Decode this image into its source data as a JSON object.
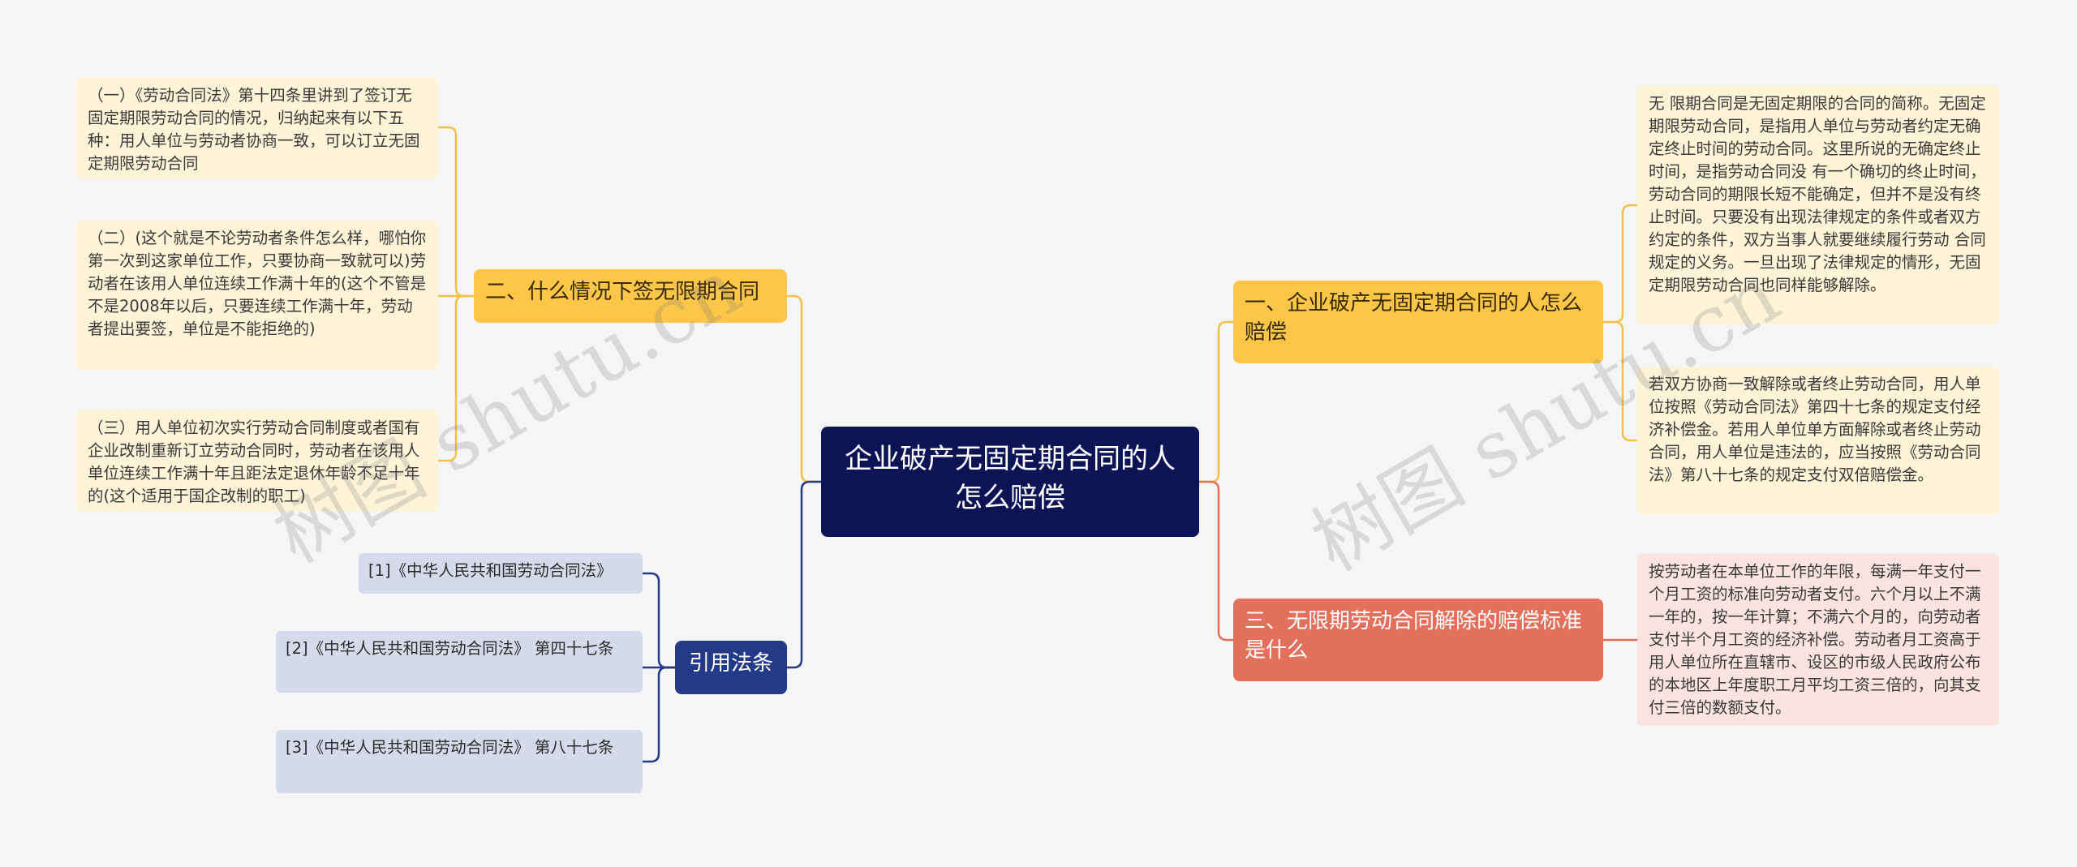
{
  "root": {
    "title": "企业破产无固定期合同的人怎么赔偿"
  },
  "branches": {
    "right1": {
      "label": "一、企业破产无固定期合同的人怎么赔偿",
      "leaves": [
        "无 限期合同是无固定期限的合同的简称。无固定期限劳动合同，是指用人单位与劳动者约定无确定终止时间的劳动合同。这里所说的无确定终止时间，是指劳动合同没 有一个确切的终止时间，劳动合同的期限长短不能确定，但并不是没有终止时间。只要没有出现法律规定的条件或者双方约定的条件，双方当事人就要继续履行劳动 合同规定的义务。一旦出现了法律规定的情形，无固定期限劳动合同也同样能够解除。",
        "若双方协商一致解除或者终止劳动合同，用人单位按照《劳动合同法》第四十七条的规定支付经济补偿金。若用人单位单方面解除或者终止劳动合同，用人单位是违法的，应当按照《劳动合同法》第八十七条的规定支付双倍赔偿金。"
      ]
    },
    "right2": {
      "label": "三、无限期劳动合同解除的赔偿标准是什么",
      "leaves": [
        "按劳动者在本单位工作的年限，每满一年支付一个月工资的标准向劳动者支付。六个月以上不满一年的，按一年计算；不满六个月的，向劳动者支付半个月工资的经济补偿。劳动者月工资高于用人单位所在直辖市、设区的市级人民政府公布的本地区上年度职工月平均工资三倍的，向其支付三倍的数额支付。"
      ]
    },
    "left1": {
      "label": "二、什么情况下签无限期合同",
      "leaves": [
        "（一）《劳动合同法》第十四条里讲到了签订无固定期限劳动合同的情况，归纳起来有以下五种：用人单位与劳动者协商一致，可以订立无固定期限劳动合同",
        "（二）(这个就是不论劳动者条件怎么样，哪怕你第一次到这家单位工作，只要协商一致就可以)劳动者在该用人单位连续工作满十年的(这个不管是不是2008年以后，只要连续工作满十年，劳动者提出要签，单位是不能拒绝的)",
        "（三）用人单位初次实行劳动合同制度或者国有企业改制重新订立劳动合同时，劳动者在该用人单位连续工作满十年且距法定退休年龄不足十年的(这个适用于国企改制的职工)"
      ]
    },
    "left2": {
      "label": "引用法条",
      "leaves": [
        "[1]《中华人民共和国劳动合同法》",
        "[2]《中华人民共和国劳动合同法》 第四十七条",
        "[3]《中华人民共和国劳动合同法》 第八十七条"
      ]
    }
  },
  "watermark": [
    "树图 shutu.cn",
    "树图 shutu.cn"
  ],
  "colors": {
    "root": "#0c1456",
    "branch_yellow": "#fcc748",
    "branch_red": "#e3705c",
    "branch_blue": "#223a87",
    "leaf_yellow": "#fdf3d6",
    "leaf_pink": "#fbe3df",
    "leaf_blue": "#d5dbea",
    "line_yellow": "#f5c04a",
    "line_red": "#e3705c",
    "line_blue": "#223a87"
  }
}
